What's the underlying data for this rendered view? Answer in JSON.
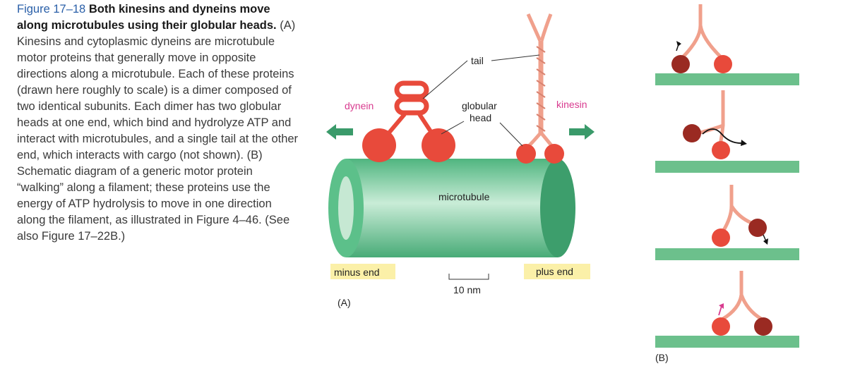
{
  "caption": {
    "figure_number": "Figure 17–18",
    "title": "Both kinesins and dyneins move along microtubules using their globular heads.",
    "body": "(A) Kinesins and cytoplasmic dyneins are microtubule motor proteins that generally move in opposite directions along a microtubule. Each of these proteins (drawn here roughly to scale) is a dimer composed of two identical subunits. Each dimer has two globular heads at one end, which bind and hydrolyze ATP and interact with microtubules, and a single tail at the other end, which interacts with cargo (not shown). (B) Schematic diagram of a generic motor protein “walking” along a filament; these proteins use the energy of ATP hydrolysis to move in one direction along the filament, as illustrated in Figure 4–46. (See also Figure 17–22B.)"
  },
  "panel_a": {
    "labels": {
      "tail": "tail",
      "dynein": "dynein",
      "kinesin": "kinesin",
      "globular_head_line1": "globular",
      "globular_head_line2": "head",
      "microtubule": "microtubule",
      "minus_end": "minus end",
      "plus_end": "plus end",
      "scale_bar": "10 nm",
      "panel_label": "(A)"
    }
  },
  "panel_b": {
    "panel_label": "(B)"
  },
  "colors": {
    "caption_blue": "#2a5fa8",
    "motor_red": "#e84a3b",
    "dark_head": "#9a2a22",
    "stalk_salmon": "#f0a08c",
    "microtubule_green": "#5cc08a",
    "filament_green": "#6cc08c",
    "label_highlight": "#fbf0a8",
    "label_pink": "#d83b8f",
    "arrow_green": "#3a9a6a"
  }
}
